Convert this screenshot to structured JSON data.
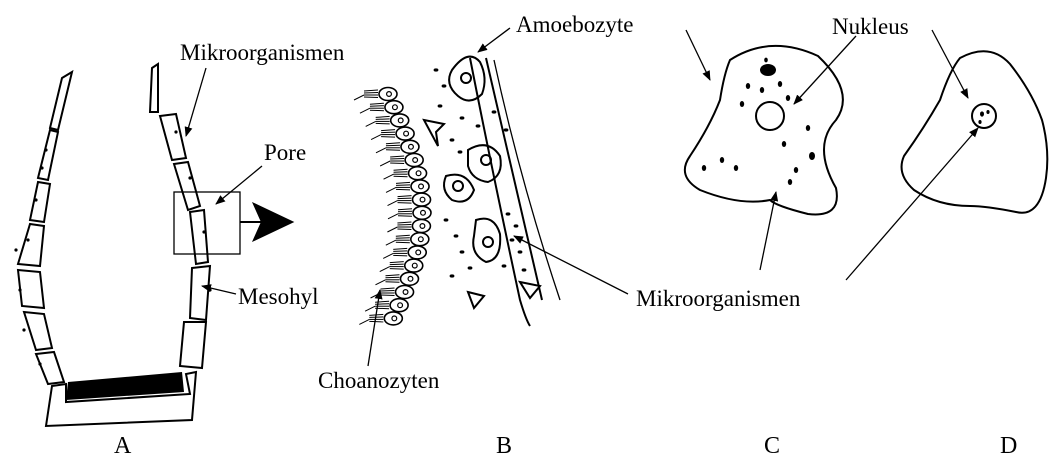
{
  "labels": {
    "mikro_top": "Mikroorganismen",
    "pore": "Pore",
    "mesohyl": "Mesohyl",
    "amoebozyte": "Amoebozyte",
    "nukleus": "Nukleus",
    "choanozyten": "Choanozyten",
    "mikro_bottom": "Mikroorganismen"
  },
  "panels": {
    "a": "A",
    "b": "B",
    "c": "C",
    "d": "D"
  }
}
